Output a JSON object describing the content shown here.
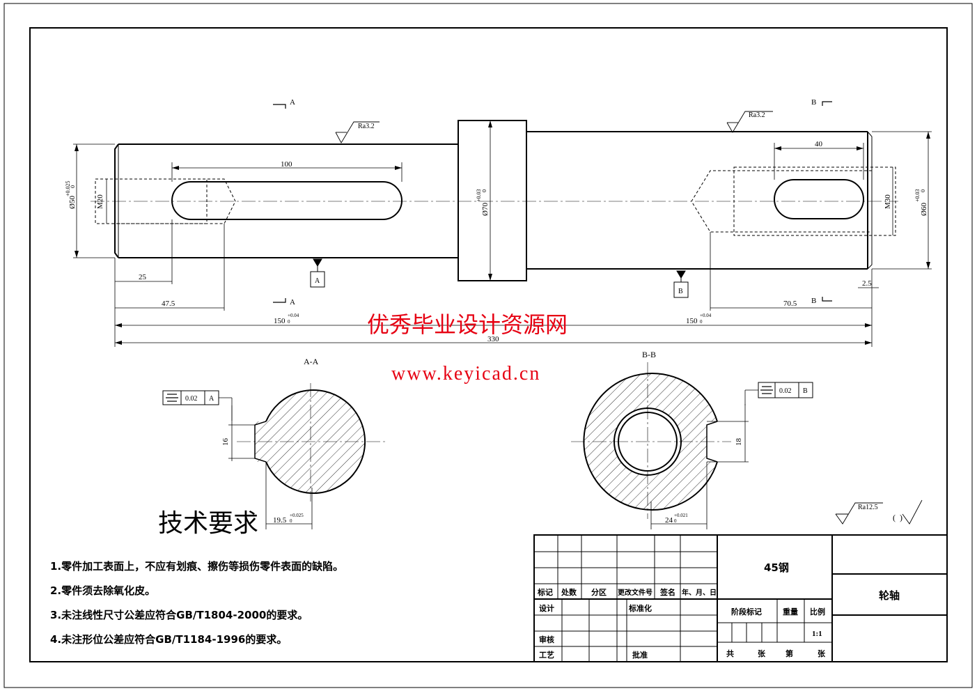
{
  "watermark": {
    "title": "优秀毕业设计资源网",
    "url": "www.keyicad.cn",
    "color": "#e60012"
  },
  "dimensions": {
    "d50": "Ø50",
    "d50_tol": "+0.025",
    "d50_tol_low": "0",
    "m20": "M20",
    "len100": "100",
    "len25": "25",
    "len47_5": "47.5",
    "len150_left": "150",
    "len150_left_tol": "+0.04",
    "len150_left_tol_low": "0",
    "len330": "330",
    "d70": "Ø70",
    "d70_tol": "+0.03",
    "d70_tol_low": "0",
    "len40": "40",
    "m30": "M30",
    "d60": "Ø60",
    "d60_tol": "+0.03",
    "d60_tol_low": "0",
    "len2_5": "2.5",
    "len70_5": "70.5",
    "len150_right": "150",
    "len150_right_tol": "+0.04",
    "len150_right_tol_low": "0",
    "ra_left": "Ra3.2",
    "ra_right": "Ra3.2",
    "ra_general": "Ra12.5",
    "ra_general_paren": "(  )",
    "datum_a": "A",
    "datum_b": "B",
    "cut_a": "A",
    "cut_b": "B"
  },
  "sections": {
    "aa_label": "A-A",
    "bb_label": "B-B",
    "aa_tol_value": "0.02",
    "aa_tol_datum": "A",
    "bb_tol_value": "0.02",
    "bb_tol_datum": "B",
    "aa_width": "16",
    "bb_width": "18",
    "aa_depth": "19.5",
    "aa_depth_tol": "+0.025",
    "aa_depth_tol_low": "0",
    "bb_depth": "24",
    "bb_depth_tol": "+0.021",
    "bb_depth_tol_low": "0"
  },
  "requirements": {
    "title": "技术要求",
    "items": [
      "1.零件加工表面上，不应有划痕、擦伤等损伤零件表面的缺陷。",
      "2.零件须去除氧化皮。",
      "3.未注线性尺寸公差应符合GB/T1804-2000的要求。",
      "4.未注形位公差应符合GB/T1184-1996的要求。"
    ]
  },
  "title_block": {
    "material": "45钢",
    "part_name": "轮轴",
    "col_mark": "标记",
    "col_count": "处数",
    "col_zone": "分区",
    "col_change_doc": "更改文件号",
    "col_sign": "签名",
    "col_date": "年、月、日",
    "design": "设计",
    "standardize": "标准化",
    "review": "审核",
    "process": "工艺",
    "approve": "批准",
    "stage_mark": "阶段标记",
    "weight": "重量",
    "scale_label": "比例",
    "scale": "1:1",
    "sheets_total": "共",
    "sheets_unit": "张",
    "sheet_no": "第",
    "sheet_unit2": "张"
  }
}
